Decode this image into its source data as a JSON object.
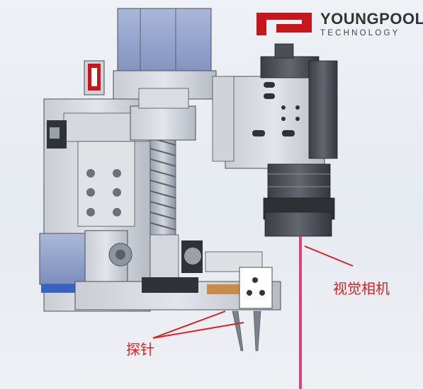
{
  "brand": {
    "name": "YOUNGPOOL",
    "tagline": "TECHNOLOGY",
    "colors": {
      "red": "#c8161d",
      "dark": "#333333"
    }
  },
  "labels": {
    "camera": "视觉相机",
    "probe": "探针"
  },
  "colors": {
    "annotation": "#e02020",
    "laser": "#d8447a",
    "metal": "#b9bec8",
    "metal_dark": "#4a4e55",
    "motor_blue": "#8da0c8",
    "copper": "#c98a4c"
  }
}
